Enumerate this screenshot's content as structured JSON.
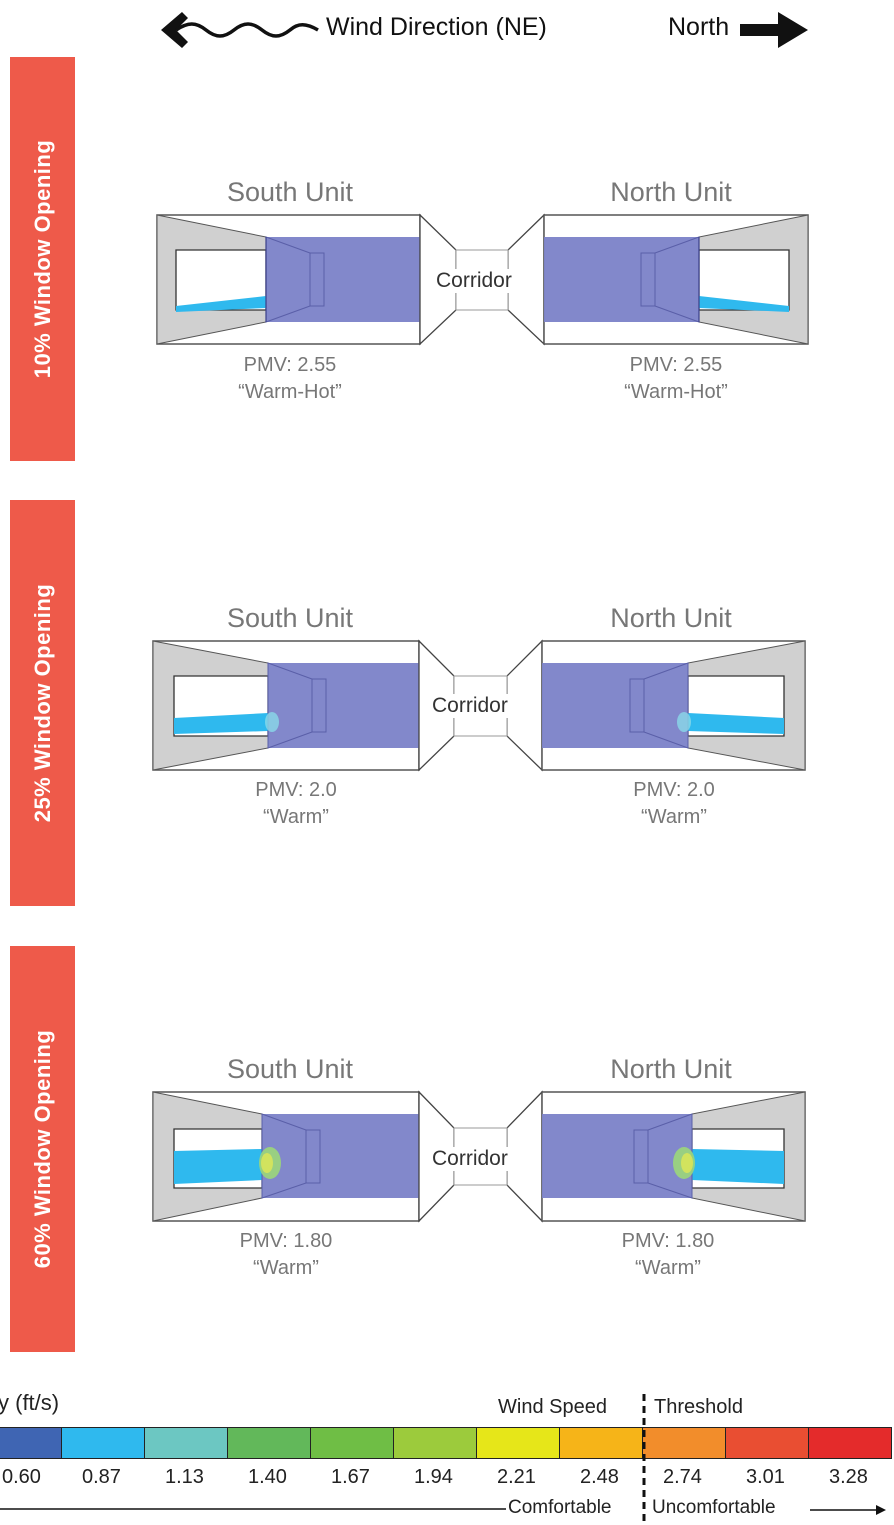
{
  "header": {
    "wind_direction": "Wind Direction (NE)",
    "north": "North"
  },
  "scenarios": [
    {
      "label": "10% Window Opening",
      "south": {
        "title": "South Unit",
        "pmv": "PMV: 2.55",
        "comfort": "“Warm-Hot”"
      },
      "north": {
        "title": "North Unit",
        "pmv": "PMV: 2.55",
        "comfort": "“Warm-Hot”"
      },
      "corridor": "Corridor"
    },
    {
      "label": "25% Window Opening",
      "south": {
        "title": "South Unit",
        "pmv": "PMV: 2.0",
        "comfort": "“Warm”"
      },
      "north": {
        "title": "North Unit",
        "pmv": "PMV: 2.0",
        "comfort": "“Warm”"
      },
      "corridor": "Corridor"
    },
    {
      "label": "60% Window Opening",
      "south": {
        "title": "South Unit",
        "pmv": "PMV: 1.80",
        "comfort": "“Warm”"
      },
      "north": {
        "title": "North Unit",
        "pmv": "PMV: 1.80",
        "comfort": "“Warm”"
      },
      "corridor": "Corridor"
    }
  ],
  "legend": {
    "title": "y (ft/s)",
    "ticks": [
      "0.60",
      "0.87",
      "1.13",
      "1.40",
      "1.67",
      "1.94",
      "2.21",
      "2.48",
      "2.74",
      "3.01",
      "3.28"
    ],
    "colors": [
      "#3f65b3",
      "#2fb9ee",
      "#6cc7c2",
      "#62b85a",
      "#6fbe45",
      "#9ccb3c",
      "#e6e619",
      "#f6b418",
      "#f28d2b",
      "#e94e32",
      "#e42b2b"
    ],
    "wind_speed": "Wind Speed",
    "threshold": "Threshold",
    "comfortable": "Comfortable",
    "uncomfortable": "Uncomfortable"
  },
  "colors": {
    "label_bg": "#ee5a4a",
    "room_flow": "#7b82c8",
    "window_jet": "#2fb9ee",
    "wall": "#d0d0d0"
  }
}
